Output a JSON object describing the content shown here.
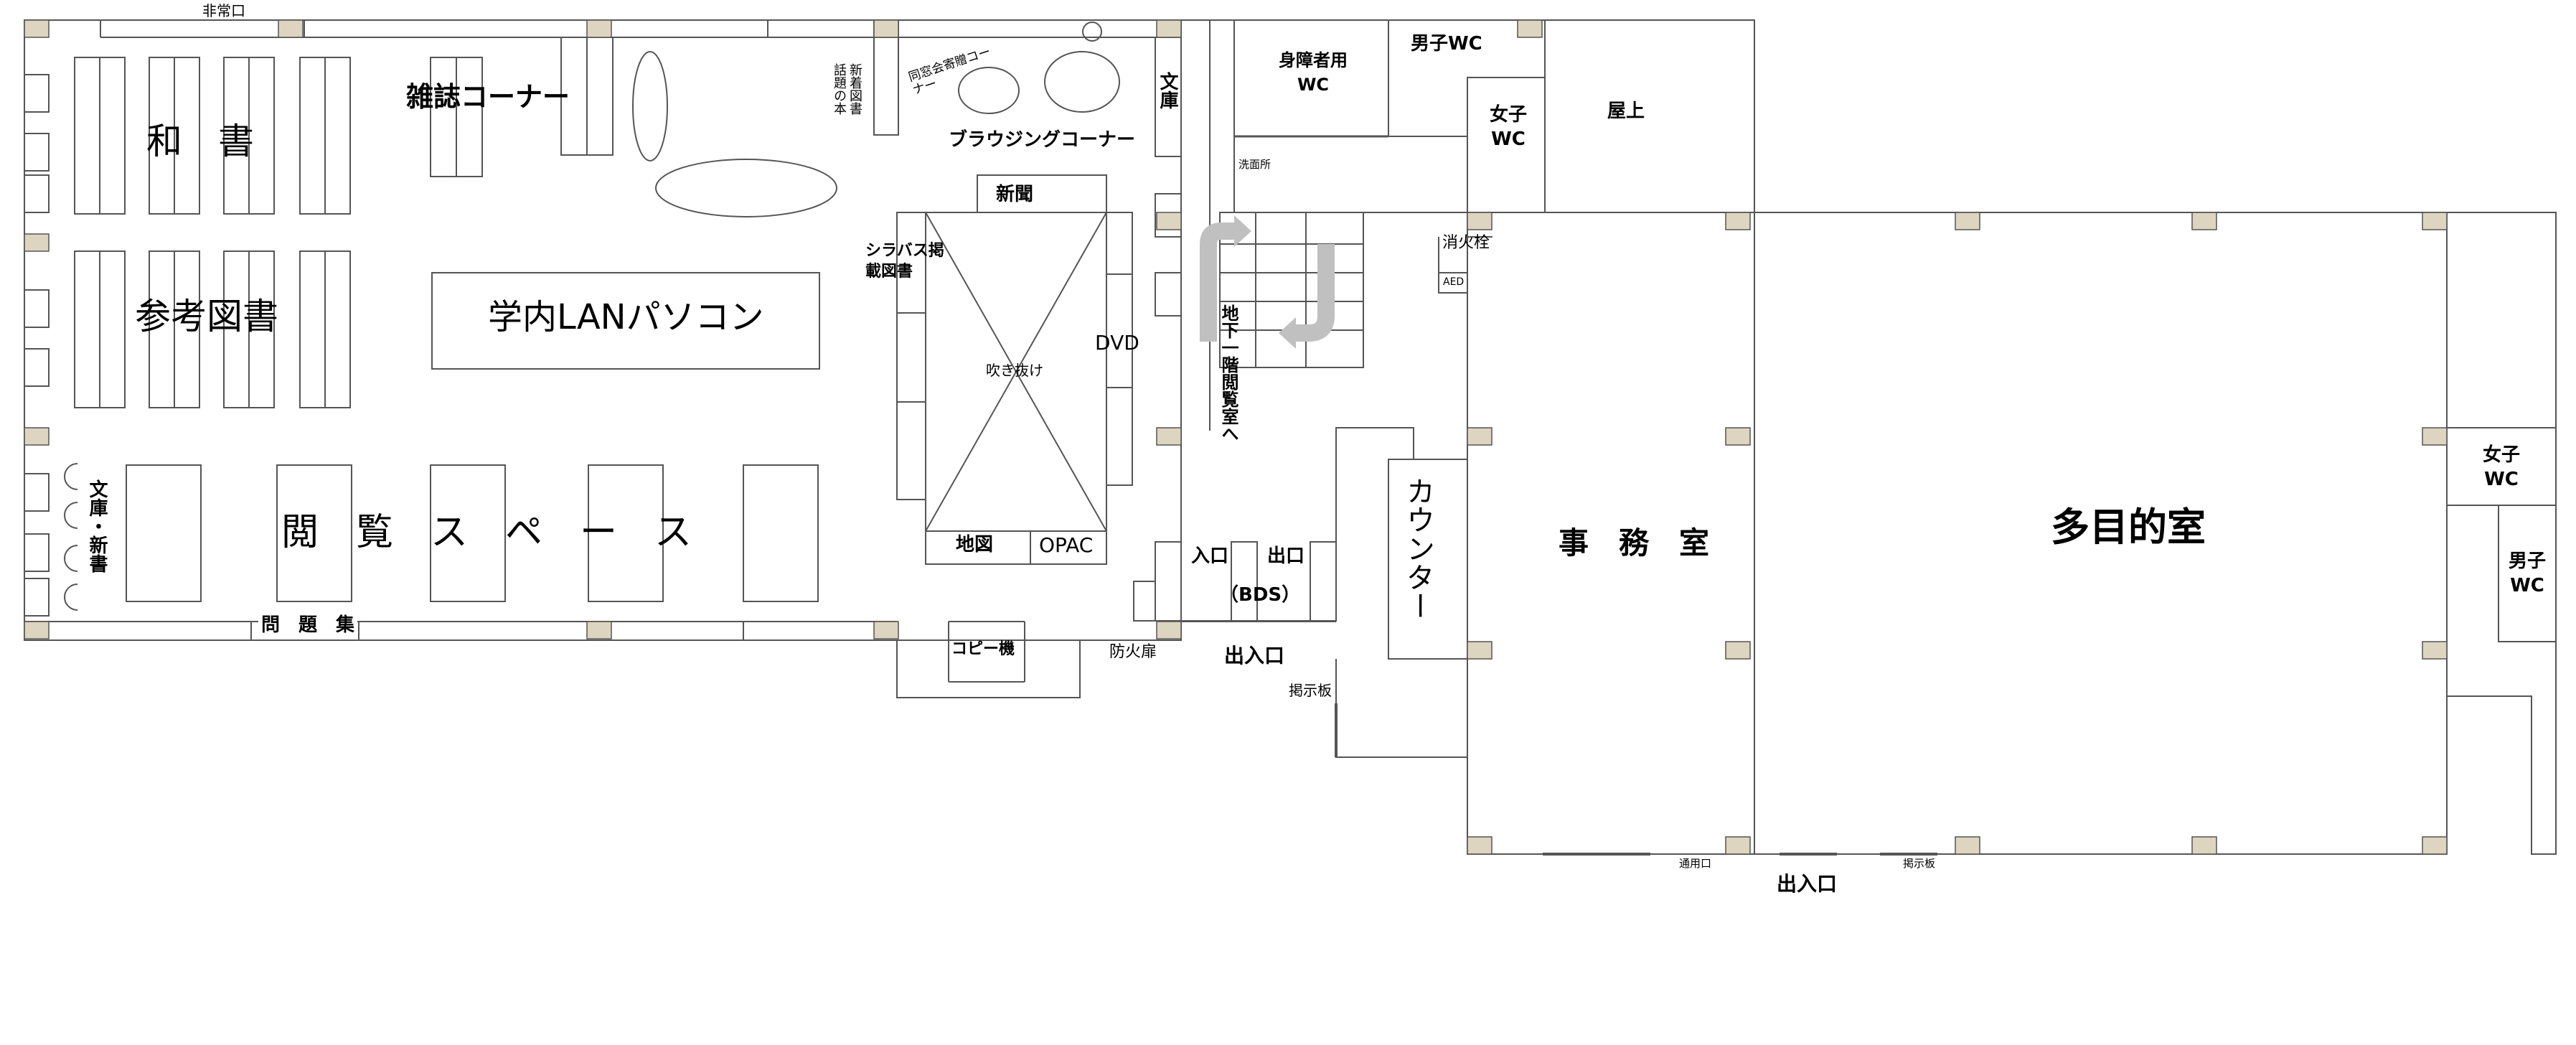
{
  "map": {
    "colors": {
      "line": "#555555",
      "column": "#ddd5bf",
      "arrow": "#c0c0c0",
      "background": "#ffffff"
    },
    "labels": {
      "emergency_exit": "非常口",
      "japanese_books": "和　書",
      "reference_books": "参考図書",
      "magazine_corner": "雑誌コーナー",
      "new_books_topic": "新着図書",
      "topic_books": "話題の本",
      "alumni_donation": "同窓会寄贈コーナー",
      "browsing_corner": "ブラウジングコーナー",
      "bunko_top": "文庫",
      "newspaper": "新聞",
      "syllabus_books": "シラバス掲載図書",
      "campus_lan_pc": "学内LANパソコン",
      "atrium": "吹き抜け",
      "dvd": "DVD",
      "reading_space": "閲　覧　ス　ペ　ー　ス",
      "bunko_new": "文庫・新書",
      "problem_collection": "問　題　集",
      "map_area": "地図",
      "opac": "OPAC",
      "entrance": "入口",
      "exit": "出口",
      "bds": "（BDS）",
      "copier": "コピー機",
      "fire_door": "防火扉",
      "main_gate": "出入口",
      "bulletin_board": "掲示板",
      "to_basement": "地下一階閲覧室へ",
      "washroom": "洗面所",
      "counter": "カウンター",
      "accessible_wc": "身障者用WC",
      "mens_wc": "男子WC",
      "womens_wc": "女子WC",
      "rooftop": "屋上",
      "fire_hydrant": "消火栓",
      "aed": "AED",
      "office": "事　務　室",
      "multipurpose_room": "多目的室",
      "womens_wc_right": "女子WC",
      "mens_wc_right": "男子WC",
      "service_entrance": "通用口",
      "bulletin_board_small": "掲示板",
      "main_entrance": "出入口"
    }
  }
}
